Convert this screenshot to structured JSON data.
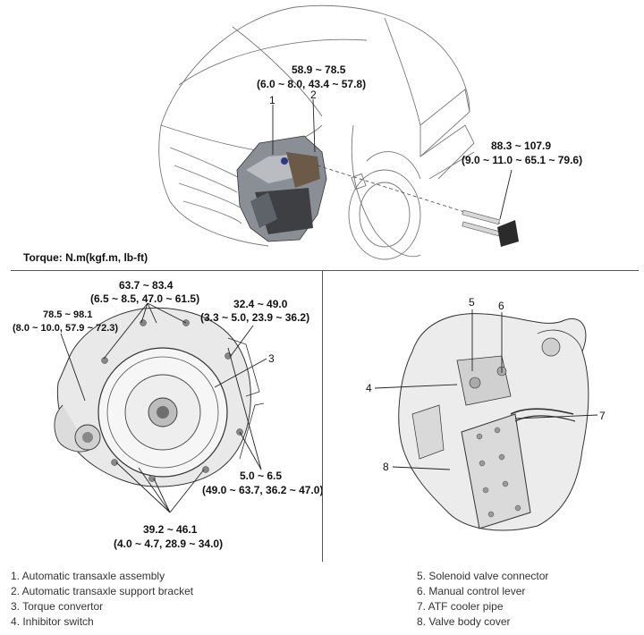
{
  "top": {
    "torque_spec_1_line1": "58.9 ~ 78.5",
    "torque_spec_1_line2": "(6.0 ~ 8.0, 43.4 ~ 57.8)",
    "torque_spec_2_line1": "88.3 ~ 107.9",
    "torque_spec_2_line2": "(9.0 ~ 11.0 ~ 65.1 ~ 79.6)",
    "callout_1": "1",
    "callout_2": "2",
    "torque_unit_label": "Torque: N.m(kgf.m, lb-ft)"
  },
  "left": {
    "spec_a_line1": "63.7 ~ 83.4",
    "spec_a_line2": "(6.5 ~ 8.5, 47.0 ~ 61.5)",
    "spec_b_line1": "78.5 ~ 98.1",
    "spec_b_line2": "(8.0 ~ 10.0, 57.9 ~ 72.3)",
    "spec_c_line1": "32.4 ~ 49.0",
    "spec_c_line2": "(3.3 ~ 5.0, 23.9 ~ 36.2)",
    "spec_d_line1": "5.0 ~ 6.5",
    "spec_d_line2": "(49.0 ~ 63.7, 36.2 ~ 47.0)",
    "spec_e_line1": "39.2 ~ 46.1",
    "spec_e_line2": "(4.0 ~ 4.7, 28.9 ~ 34.0)",
    "callout_3": "3"
  },
  "right": {
    "callout_4": "4",
    "callout_5": "5",
    "callout_6": "6",
    "callout_7": "7",
    "callout_8": "8"
  },
  "legend": {
    "left_items": [
      "1. Automatic transaxle assembly",
      "2. Automatic transaxle support bracket",
      "3. Torque convertor",
      "4. Inhibitor switch"
    ],
    "right_items": [
      "5. Solenoid valve connector",
      "6. Manual control lever",
      "7. ATF cooler pipe",
      "8. Valve body cover"
    ]
  }
}
